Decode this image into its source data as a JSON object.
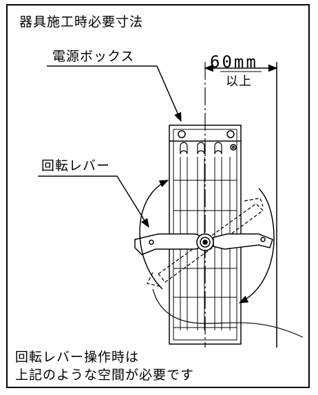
{
  "title": "器具施工時必要寸法",
  "labels": {
    "power_box": "電源ボックス",
    "rotary_lever": "回転レバー"
  },
  "dimension": {
    "value": "60mm",
    "suffix": "以上"
  },
  "note": {
    "line1": "回転レバー操作時は",
    "line2": "上記のような空間が必要です"
  },
  "colors": {
    "line": "#000000",
    "background": "#ffffff"
  }
}
